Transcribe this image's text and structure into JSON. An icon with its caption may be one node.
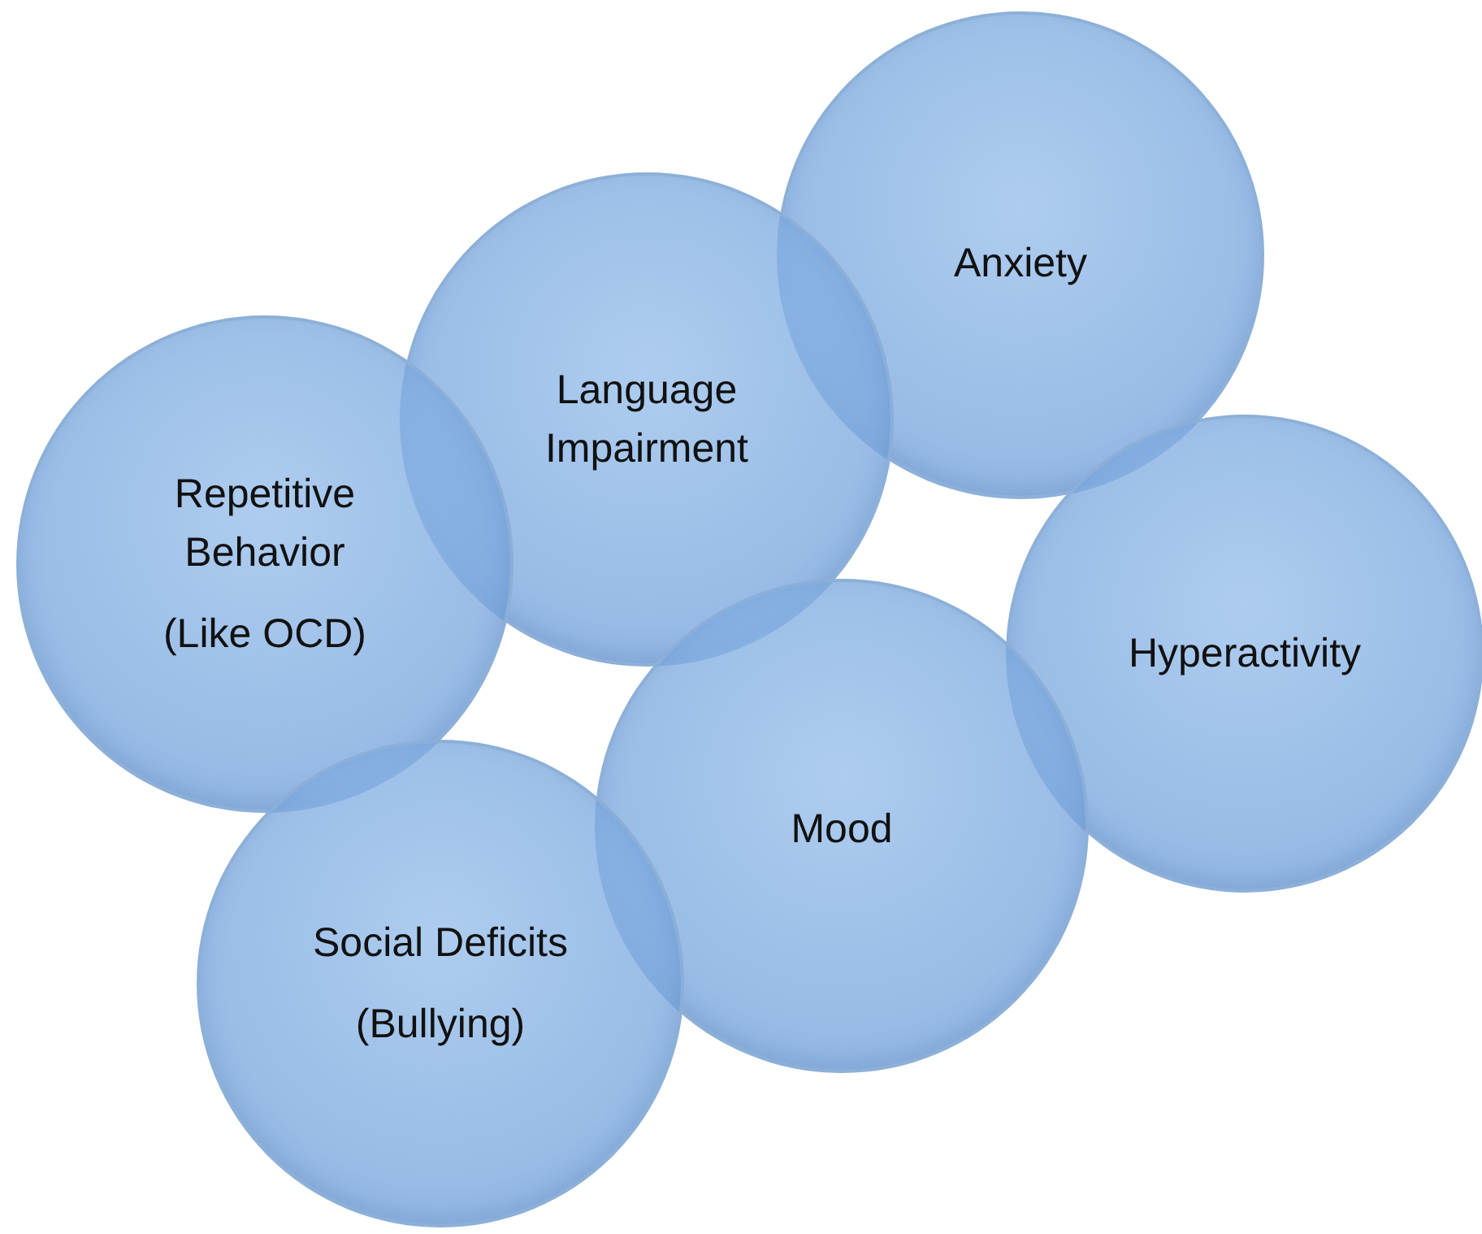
{
  "diagram": {
    "nodes": [
      {
        "text": [
          "Anxiety"
        ]
      },
      {
        "text": [
          "Language Impairment"
        ]
      },
      {
        "text": [
          "Repetitive Behavior",
          "(Like OCD)"
        ]
      },
      {
        "text": [
          "Hyperactivity"
        ]
      },
      {
        "text": [
          "Mood"
        ]
      },
      {
        "text": [
          "Social Deficits",
          "(Bullying)"
        ]
      }
    ]
  }
}
